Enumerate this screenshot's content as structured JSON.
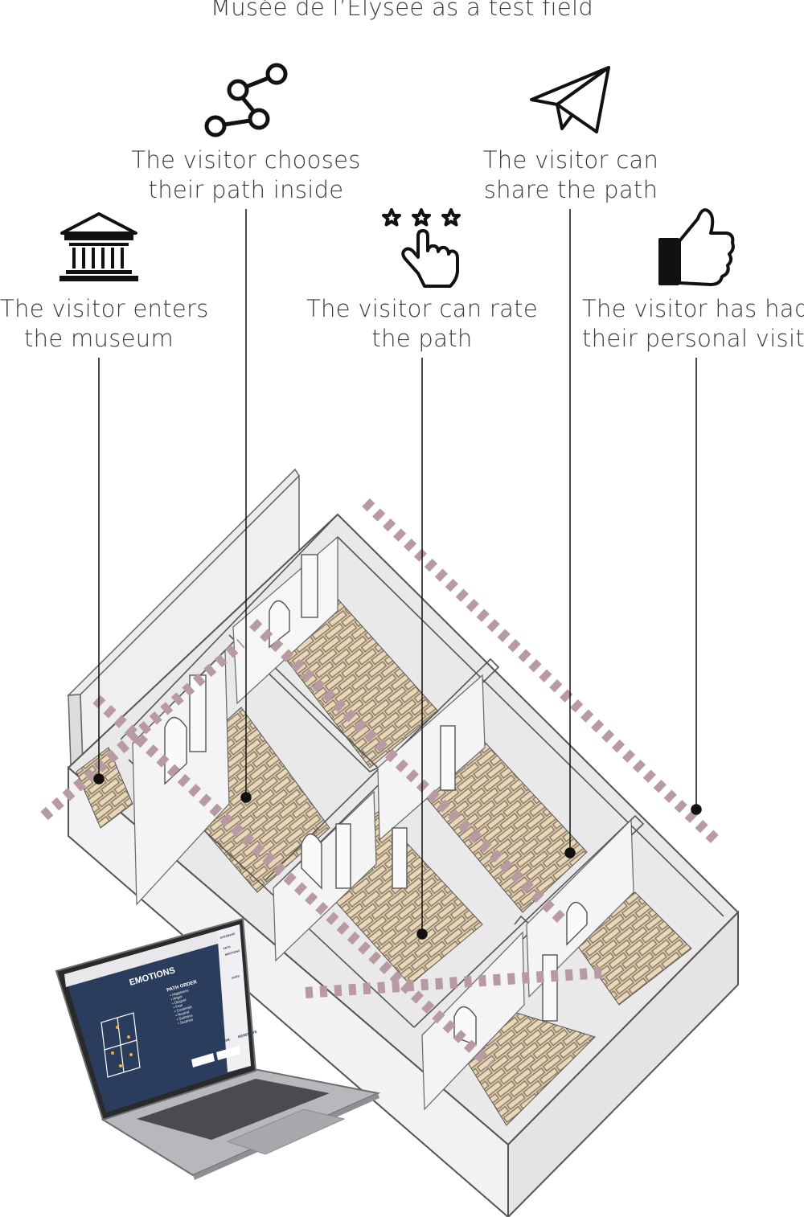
{
  "title": "Musée de l’Elysee as a test field",
  "steps": [
    {
      "id": "enter",
      "icon": "museum-icon",
      "lines": [
        "The visitor enters",
        "the museum"
      ]
    },
    {
      "id": "choose",
      "icon": "path-nodes-icon",
      "lines": [
        "The visitor chooses",
        "their path inside"
      ]
    },
    {
      "id": "rate",
      "icon": "rating-stars-hand-icon",
      "lines": [
        "The visitor can rate",
        "the path"
      ]
    },
    {
      "id": "share",
      "icon": "paper-plane-icon",
      "lines": [
        "The visitor can",
        "share the path"
      ]
    },
    {
      "id": "personal",
      "icon": "thumbs-up-icon",
      "lines": [
        "The visitor has had",
        "their personal visit"
      ]
    }
  ],
  "laptop": {
    "screen_title": "EMOTIONS",
    "path_order_heading": "PATH ORDER",
    "path_order": [
      "Happiness",
      "Anger",
      "Disgust",
      "Fear",
      "Contempt",
      "Neutral",
      "Sadness",
      "Surprise"
    ],
    "sidebar": [
      "DATABASE",
      "PATH",
      "EMOTIONS",
      "AGES"
    ],
    "buttons": [
      "RANDOM",
      "GENERATE"
    ]
  },
  "colors": {
    "path_dash": "#b89aa2",
    "floor": "#e9d8b8",
    "floor_grout": "#8a7a68",
    "wall": "#e6e6e6",
    "screen_bg": "#2b3d5c"
  }
}
